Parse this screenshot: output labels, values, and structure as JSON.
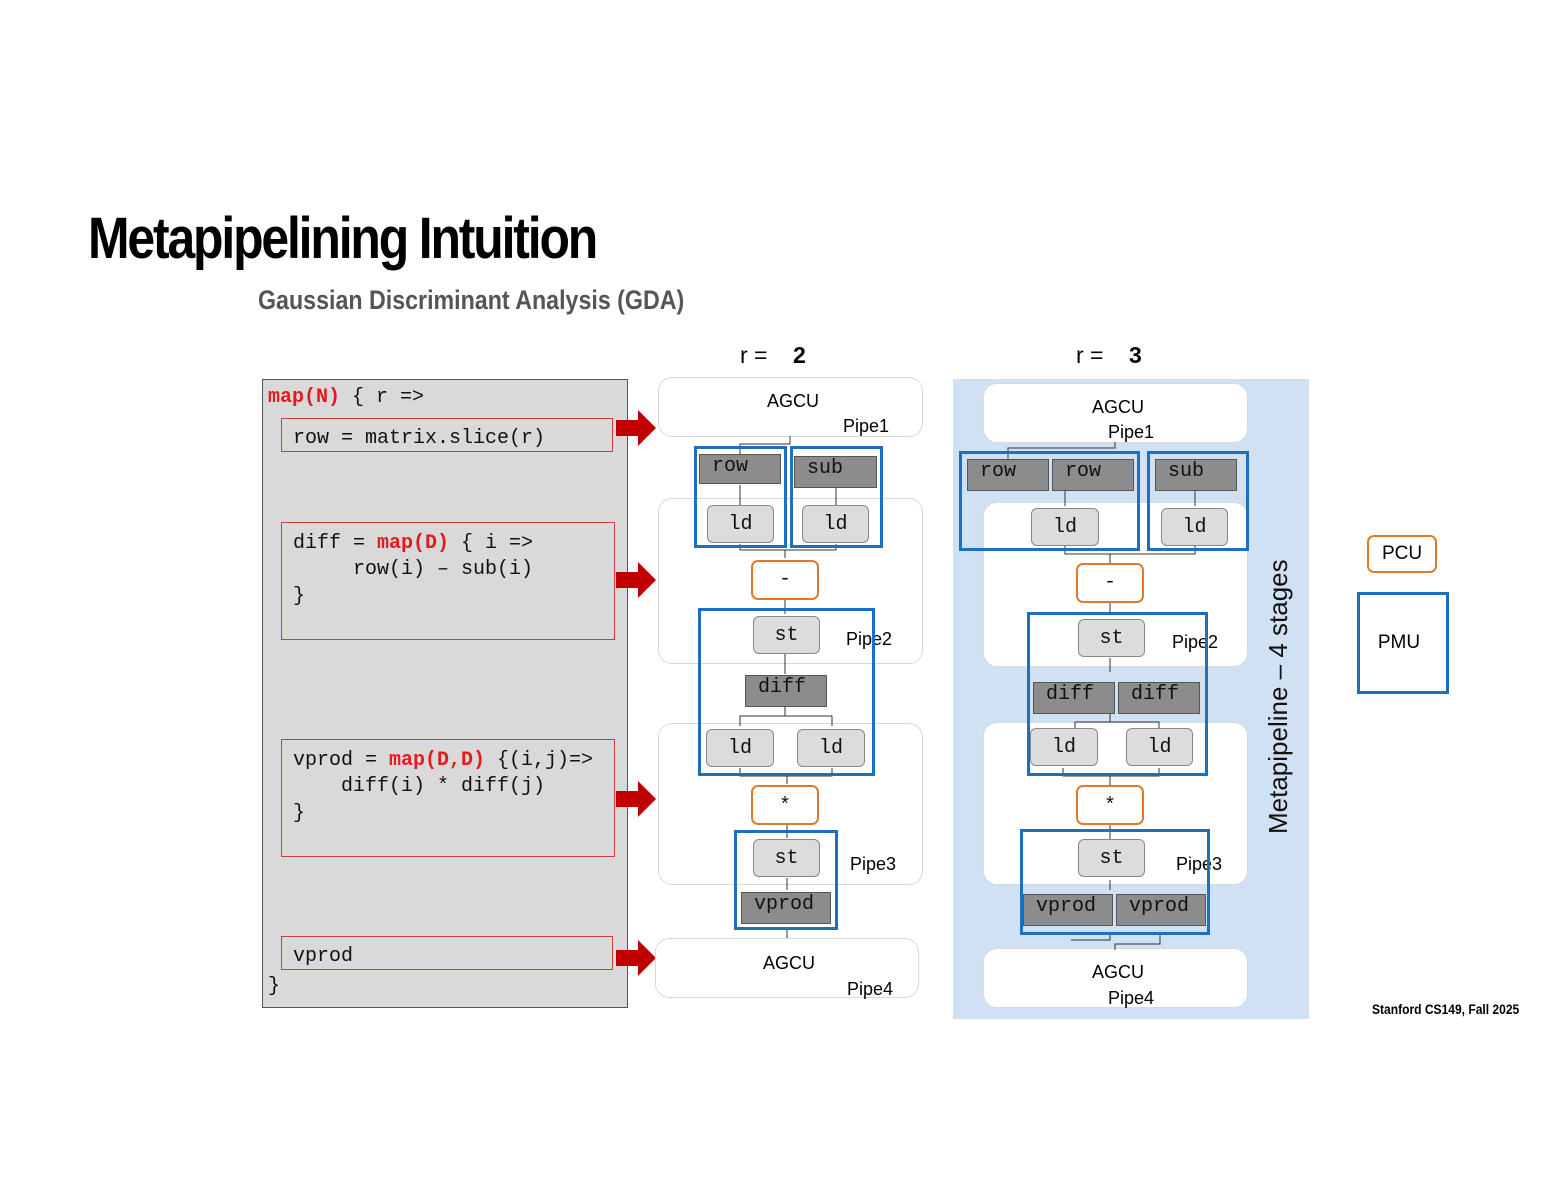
{
  "slide": {
    "title": "Metapipelining Intuition",
    "subtitle": "Gaussian Discriminant Analysis (GDA)",
    "footer": "Stanford CS149, Fall 2025"
  },
  "code": {
    "line1_kw": "map(N)",
    "line1_rest": " { r =>",
    "row_line": "row = matrix.slice(r)",
    "diff_line1_pre": "diff = ",
    "diff_line1_kw": "map(D)",
    "diff_line1_post": " { i =>",
    "diff_line2": "     row(i) – sub(i)",
    "diff_line3": "}",
    "vprod_line1_pre": "vprod = ",
    "vprod_line1_kw": "map(D,D)",
    "vprod_line1_post": " {(i,j)=>",
    "vprod_line2": "    diff(i) * diff(j)",
    "vprod_line3": "}",
    "vprod_ret": "vprod",
    "close": "}"
  },
  "left_diagram": {
    "r_label": "r =",
    "r_value": "2",
    "agcu_top": "AGCU",
    "pipe1": "Pipe1",
    "row": "row",
    "sub": "sub",
    "ld": "ld",
    "minus": "-",
    "st": "st",
    "pipe2": "Pipe2",
    "diff": "diff",
    "times": "*",
    "pipe3": "Pipe3",
    "vprod": "vprod",
    "agcu_bottom": "AGCU",
    "pipe4": "Pipe4"
  },
  "right_diagram": {
    "r_label": "r =",
    "r_value": "3",
    "agcu_top": "AGCU",
    "pipe1": "Pipe1",
    "row": "row",
    "sub": "sub",
    "ld": "ld",
    "minus": "-",
    "st": "st",
    "pipe2": "Pipe2",
    "diff": "diff",
    "times": "*",
    "pipe3": "Pipe3",
    "vprod": "vprod",
    "agcu_bottom": "AGCU",
    "pipe4": "Pipe4",
    "metapipeline_label": "Metapipeline – 4 stages"
  },
  "legend": {
    "pcu": "PCU",
    "pmu": "PMU"
  },
  "colors": {
    "keyword": "#e31b1b",
    "arrow": "#c00000",
    "pmu_border": "#1f6fbf",
    "pcu_border": "#e07a2a",
    "metapipeline_bg": "#cfe1f2"
  }
}
